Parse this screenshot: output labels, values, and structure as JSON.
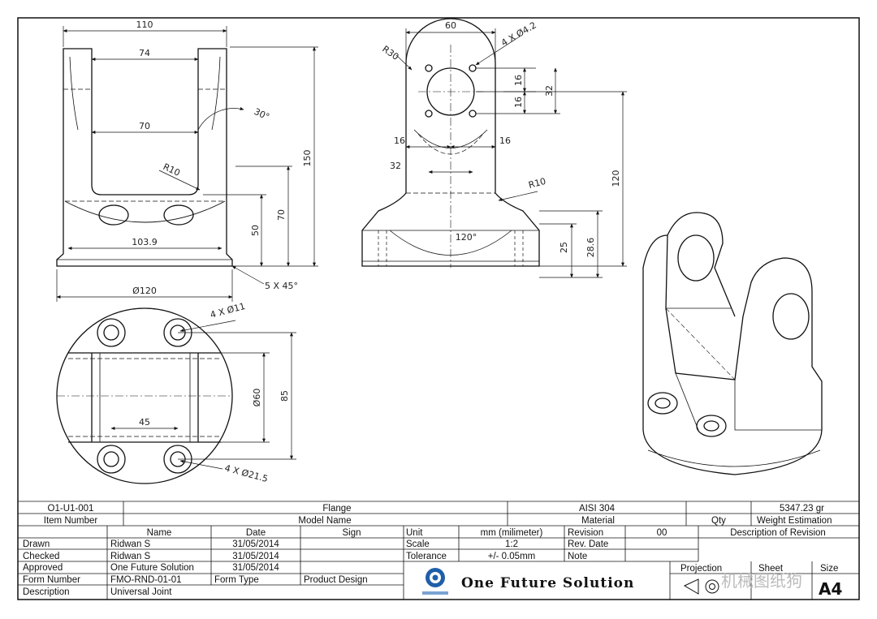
{
  "dimensions": {
    "front": {
      "d110": "110",
      "d74": "74",
      "d70": "70",
      "d30deg": "30°",
      "d150": "150",
      "dR10": "R10",
      "d70v": "70",
      "d50": "50",
      "d103": "103.9",
      "d120": "Ø120",
      "d5x45": "5 X 45°"
    },
    "side": {
      "d60": "60",
      "d4x42": "4 X Ø4.2",
      "dR30": "R30",
      "d16a": "16",
      "d16b": "16",
      "d32v": "32",
      "d16l": "16",
      "d16r": "16",
      "d32h": "32",
      "dR10": "R10",
      "d120": "120",
      "d120deg": "120°",
      "d25": "25",
      "d286": "28.6"
    },
    "bottom": {
      "d4x11": "4 X Ø11",
      "d60": "Ø60",
      "d85": "85",
      "d45": "45",
      "d4x215": "4 X Ø21.5"
    }
  },
  "title_block": {
    "item_number_value": "O1-U1-001",
    "item_number_label": "Item Number",
    "model_name_value": "Flange",
    "model_name_label": "Model Name",
    "material_value": "AISI 304",
    "material_label": "Material",
    "qty_label": "Qty",
    "weight_value": "5347.23 gr",
    "weight_label": "Weight Estimation",
    "col_name": "Name",
    "col_date": "Date",
    "col_sign": "Sign",
    "drawn_label": "Drawn",
    "drawn_name": "Ridwan S",
    "drawn_date": "31/05/2014",
    "checked_label": "Checked",
    "checked_name": "Ridwan S",
    "checked_date": "31/05/2014",
    "approved_label": "Approved",
    "approved_name": "One Future Solution",
    "approved_date": "31/05/2014",
    "form_number_label": "Form Number",
    "form_number_value": "FMO-RND-01-01",
    "form_type_label": "Form Type",
    "form_type_value": "Product Design",
    "description_label": "Description",
    "description_value": "Universal Joint",
    "unit_label": "Unit",
    "unit_value": "mm (milimeter)",
    "scale_label": "Scale",
    "scale_value": "1:2",
    "tolerance_label": "Tolerance",
    "tolerance_value": "+/- 0.05mm",
    "revision_label": "Revision",
    "revision_value": "00",
    "rev_date_label": "Rev. Date",
    "note_label": "Note",
    "desc_revision_label": "Description of Revision",
    "company": "One Future Solution",
    "projection_label": "Projection",
    "sheet_label": "Sheet",
    "size_label": "Size",
    "size_value": "A4"
  },
  "watermark": "机械图纸狗"
}
